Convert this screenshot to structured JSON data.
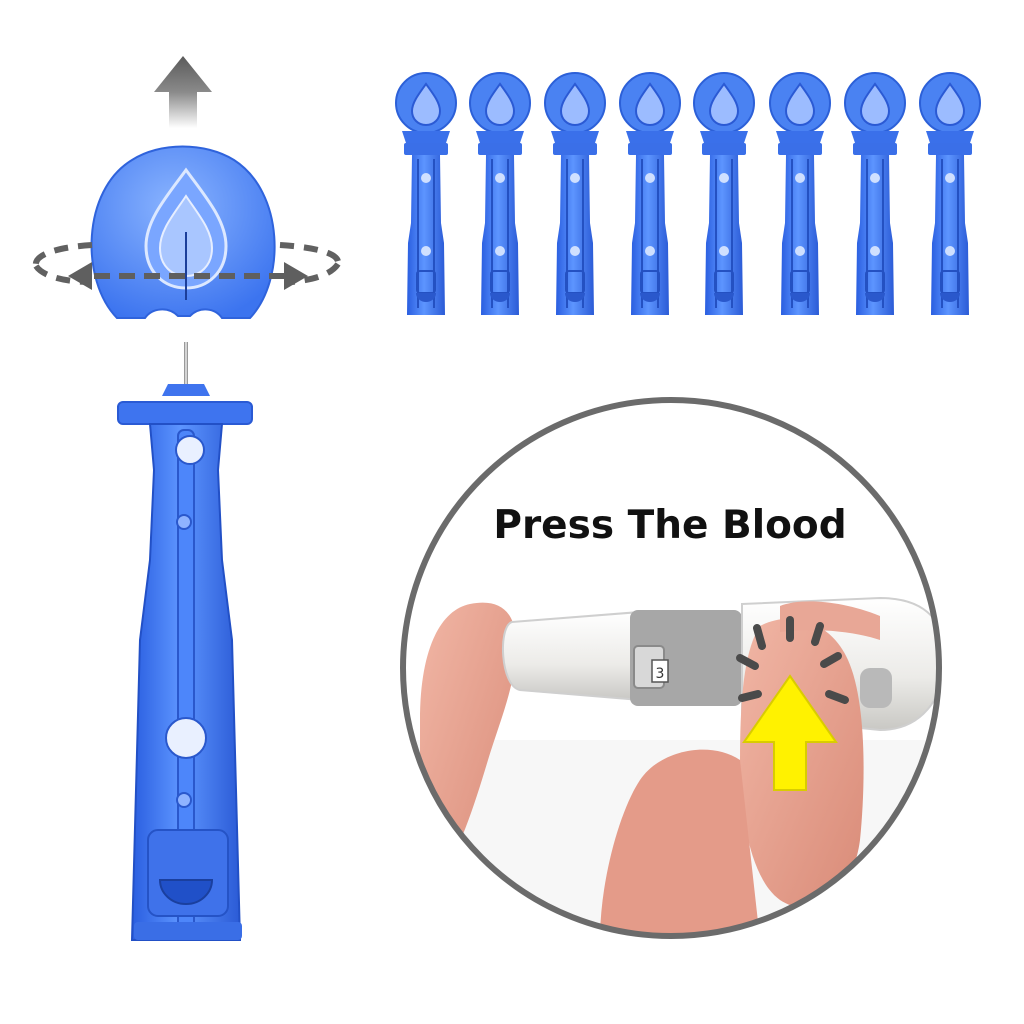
{
  "colors": {
    "lancet_blue": "#3f78f0",
    "lancet_blue_dark": "#2456d6",
    "lancet_blue_light": "#9fc0ff",
    "arrow_gray": "#5f5f5f",
    "circle_border": "#6b6b6b",
    "indicator_yellow": "#fff200",
    "skin": "#e9a08f",
    "pen_white": "#f1f1ef",
    "pen_gray": "#a9a9a9"
  },
  "scene": {
    "icons": [
      "upward-arrow-icon",
      "rotation-arrows-icon",
      "blood-drop-icon",
      "press-indicator-icon"
    ],
    "lancet_count": 8,
    "caption": "Press The Blood",
    "pen_depth_digit": "3"
  }
}
